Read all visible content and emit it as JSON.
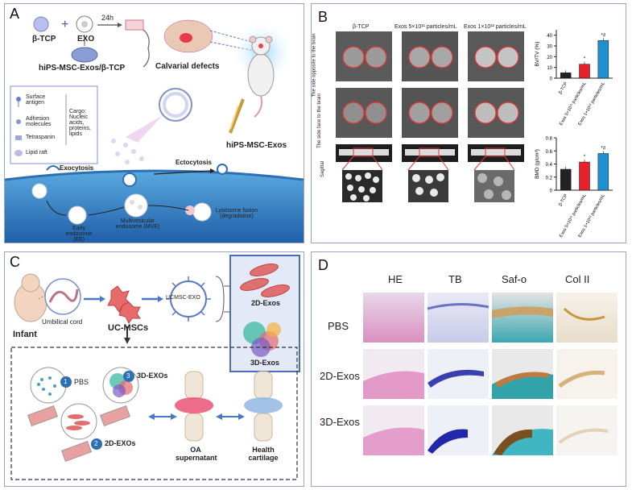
{
  "panels": {
    "a": "A",
    "b": "B",
    "c": "C",
    "d": "D"
  },
  "panel_a": {
    "btcp": "β-TCP",
    "exo": "EXO",
    "time": "24h",
    "composite": "hiPS-MSC-Exos/β-TCP",
    "calvarial": "Calvarial defects",
    "hips": "hiPS-MSC-Exos",
    "legend": {
      "surface": "Surface antigen",
      "adhesion": "Adhesion molecules",
      "tetraspanin": "Tetraspanin",
      "lipid": "Lipid raft",
      "cargo": "Cargo: Nucleic acids, proteins, lipids"
    },
    "exocytosis": "Exocytosis",
    "ectocytosis": "Ectocytosis",
    "early": "Early endosome (EE)",
    "mve": "Multivesicular endosome (MVE)",
    "lyso": "Lysosome fusion (degradation)"
  },
  "panel_b": {
    "col_labels": [
      "β-TCP",
      "Exos 5×10¹¹ particles/mL",
      "Exos 1×10¹² particles/mL"
    ],
    "row_labels": [
      "The side opposite to the brain",
      "The side face to the brain",
      "Sagittal"
    ],
    "charts": [
      {
        "type": "bar",
        "ylabel": "BV/TV (%)",
        "categories": [
          "β-TCP",
          "Exos 5×10¹¹ particles/mL",
          "Exos 1×10¹² particles/mL"
        ],
        "values": [
          5,
          13,
          35
        ],
        "ylim": [
          0,
          45
        ],
        "yticks": [
          0,
          10,
          20,
          30,
          40
        ],
        "colors": [
          "#222222",
          "#e8202a",
          "#1f8fd0"
        ],
        "annotations": [
          "",
          "*",
          "*#"
        ]
      },
      {
        "type": "bar",
        "ylabel": "BMD (g/cm³)",
        "categories": [
          "β-TCP",
          "Exos 5×10¹¹ particles/mL",
          "Exos 1×10¹² particles/mL"
        ],
        "values": [
          0.32,
          0.43,
          0.56
        ],
        "ylim": [
          0,
          0.8
        ],
        "yticks": [
          0.0,
          0.2,
          0.4,
          0.6,
          0.8
        ],
        "colors": [
          "#222222",
          "#e8202a",
          "#1f8fd0"
        ],
        "annotations": [
          "",
          "*",
          "*#"
        ]
      }
    ]
  },
  "panel_c": {
    "infant": "Infant",
    "umbilical": "Umbilical cord",
    "ucmscs": "UC-MSCs",
    "exo": "UCMSC-EXO",
    "exos2d": "2D-Exos",
    "exos3d": "3D-Exos",
    "n1": "1",
    "pbs": "PBS",
    "n2": "2",
    "exos2d_b": "2D-EXOs",
    "n3": "3",
    "exos3d_b": "3D-EXOs",
    "oa": "OA supernatant",
    "health": "Health cartilage"
  },
  "panel_d": {
    "columns": [
      "HE",
      "TB",
      "Saf-o",
      "Col II"
    ],
    "rows": [
      "PBS",
      "2D-Exos",
      "3D-Exos"
    ]
  }
}
